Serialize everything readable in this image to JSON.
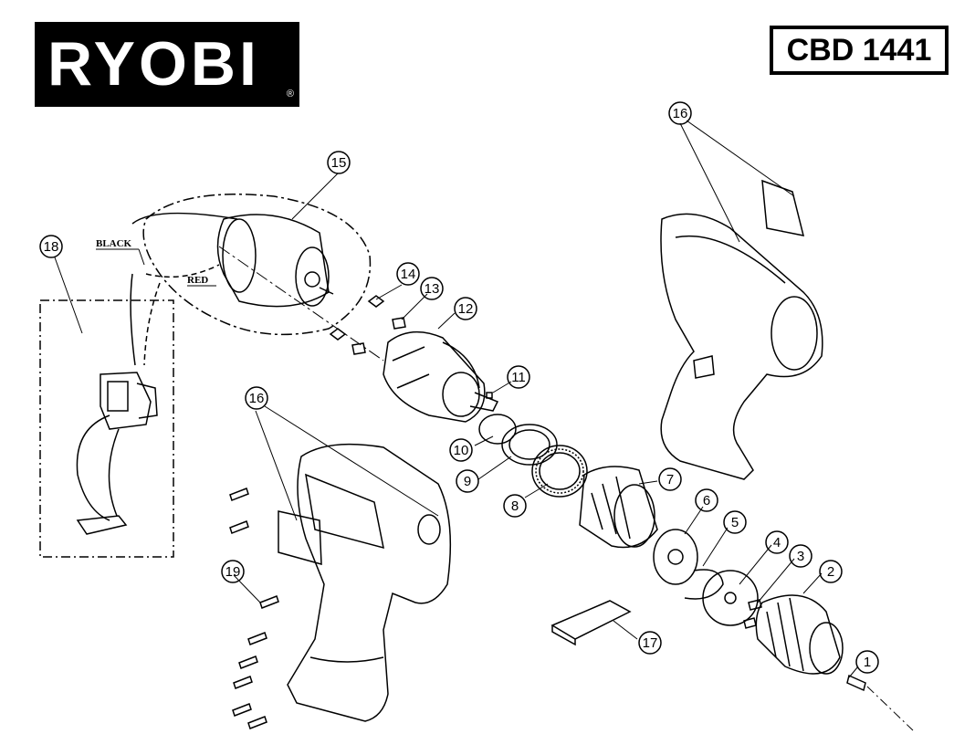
{
  "brand": {
    "name": "RYOBI",
    "registered": "®"
  },
  "model": "CBD 1441",
  "wires": {
    "black": "BLACK",
    "red": "RED"
  },
  "callouts": [
    "1",
    "2",
    "3",
    "4",
    "5",
    "6",
    "7",
    "8",
    "9",
    "10",
    "11",
    "12",
    "13",
    "14",
    "15",
    "16",
    "17",
    "18",
    "19"
  ]
}
